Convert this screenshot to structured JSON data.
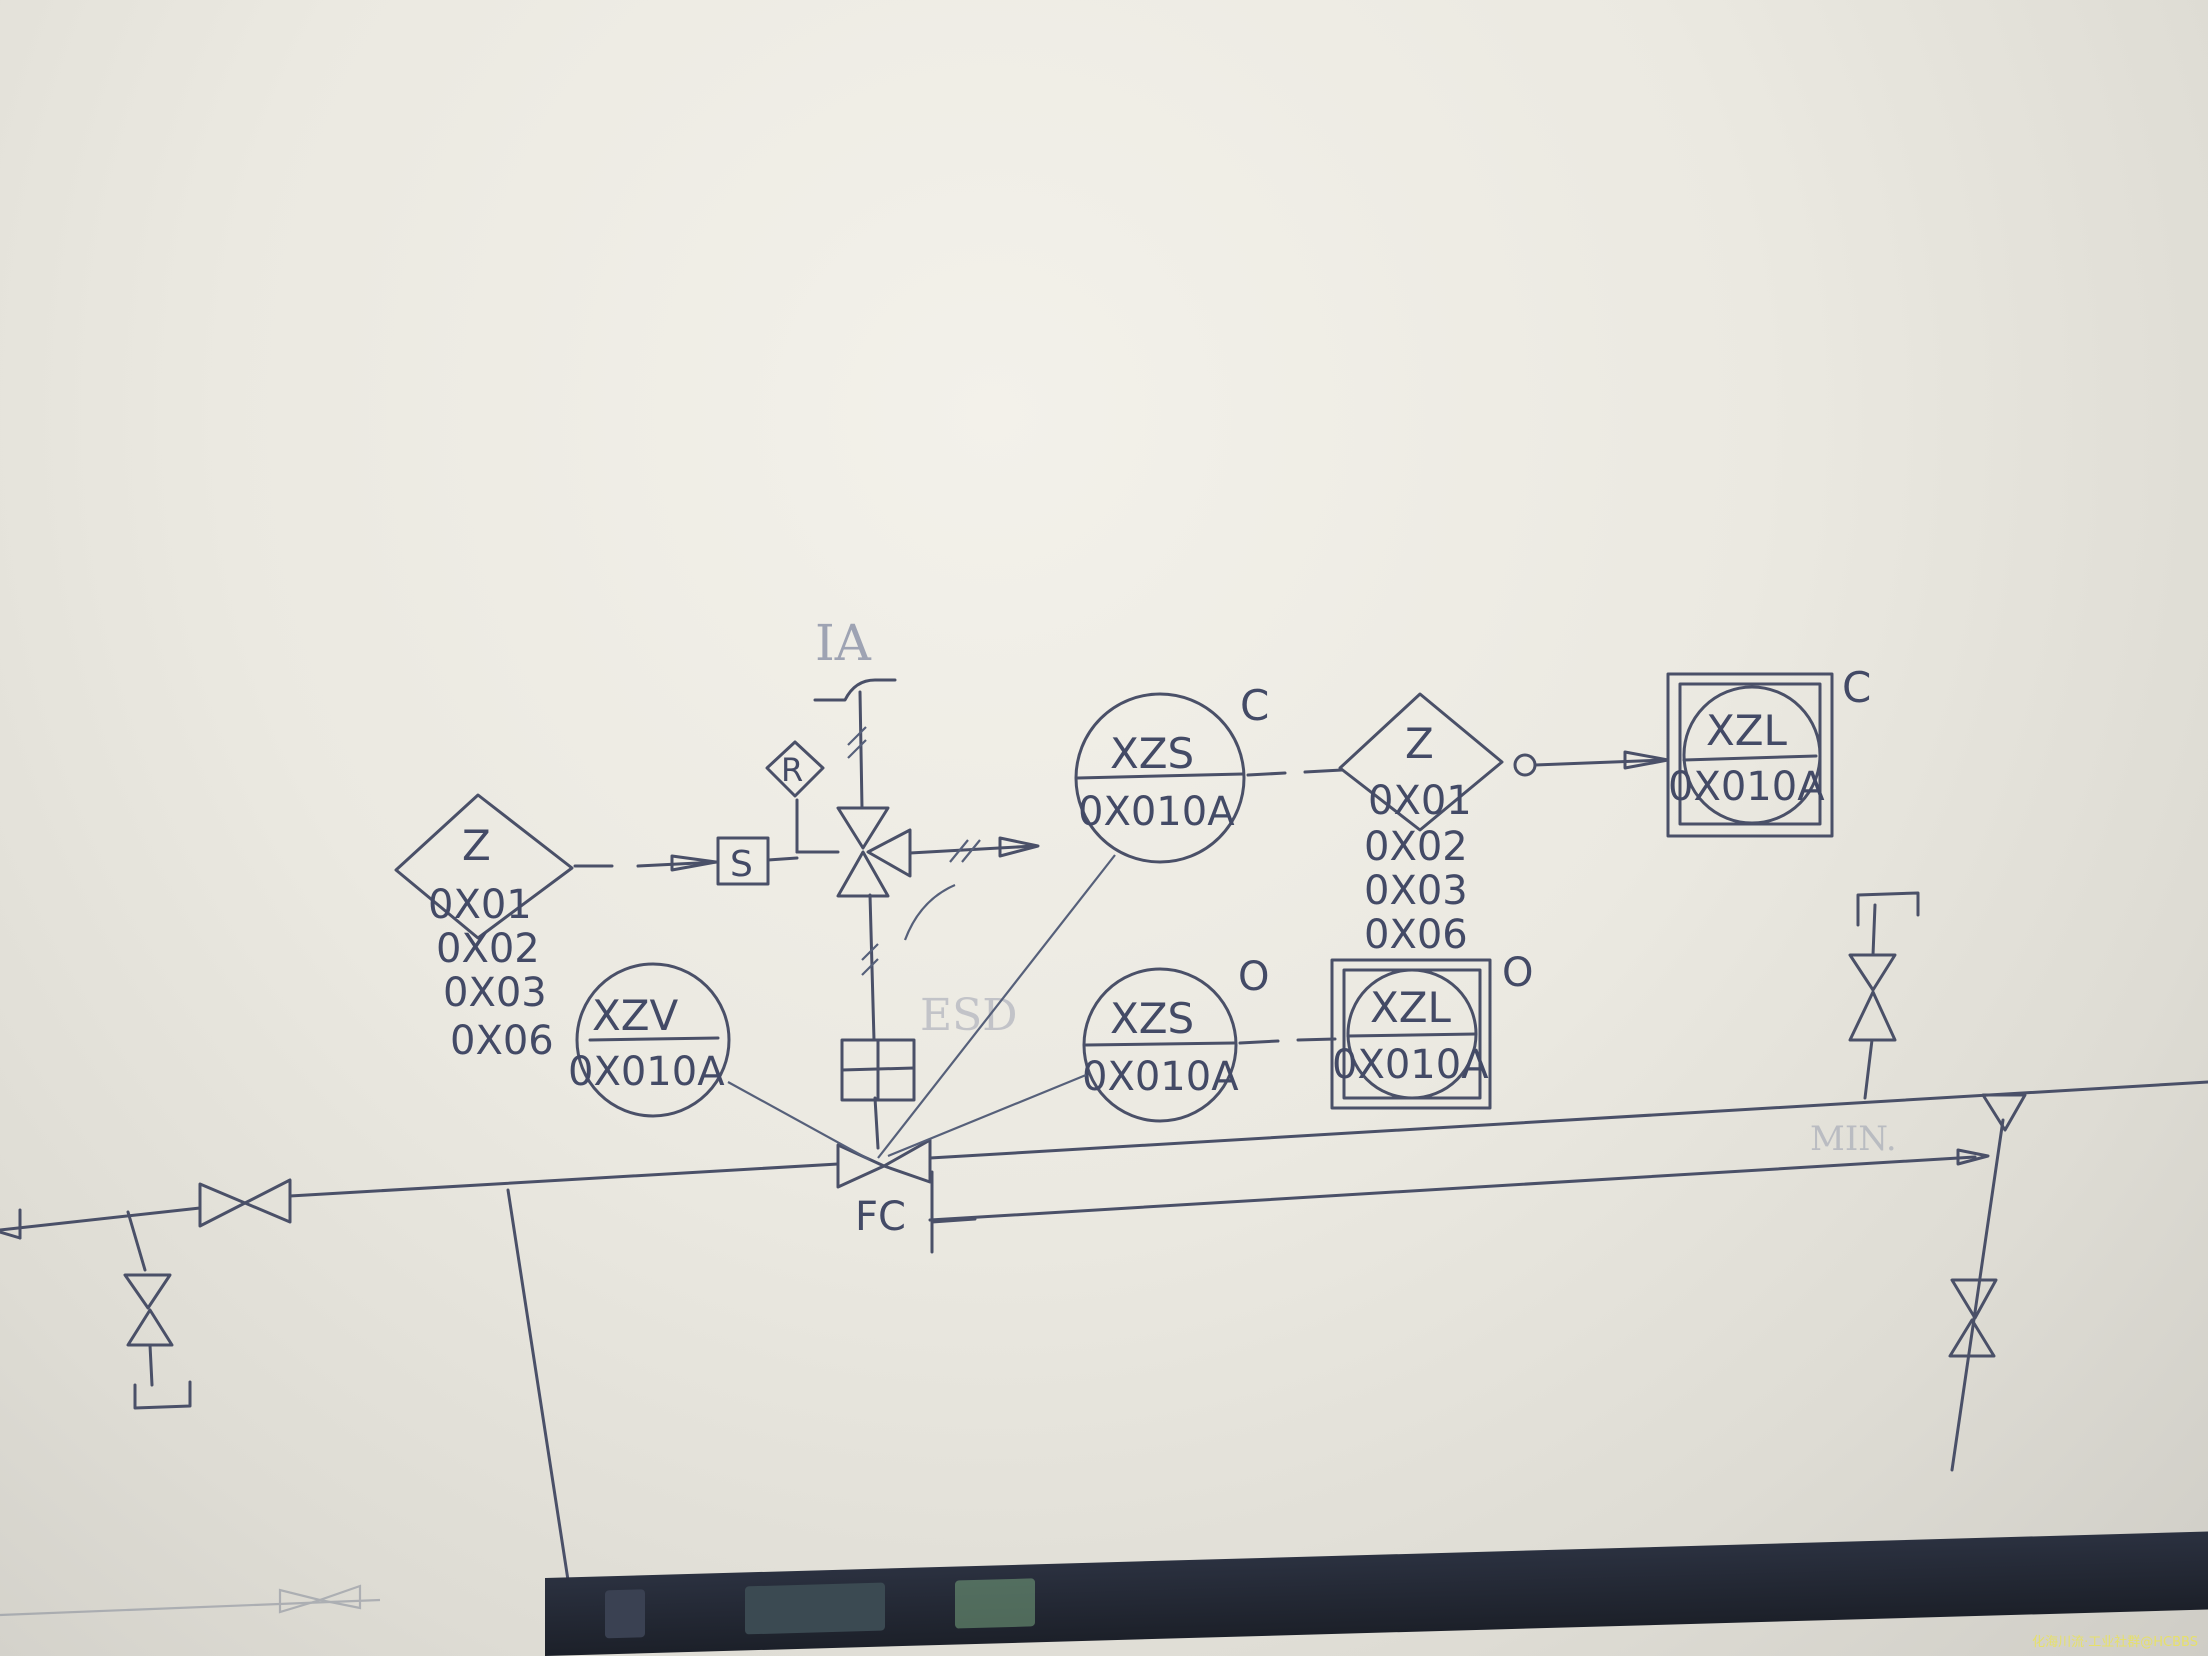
{
  "diagram": {
    "air_supply": "IA",
    "solenoid_letter": "S",
    "regulator_letter": "R",
    "left_logic": {
      "tag": "Z",
      "lines": [
        "0X01",
        "0X02",
        "0X03",
        "0X06"
      ]
    },
    "right_logic": {
      "tag": "Z",
      "lines": [
        "0X01",
        "0X02",
        "0X03",
        "0X06"
      ]
    },
    "xzv": {
      "tag": "XZV",
      "number": "0X010A"
    },
    "xzs_closed": {
      "tag": "XZS",
      "number": "0X010A",
      "state": "C"
    },
    "xzs_open": {
      "tag": "XZS",
      "number": "0X010A",
      "state": "O"
    },
    "xzl_closed": {
      "tag": "XZL",
      "number": "0X010A",
      "state": "C"
    },
    "xzl_open": {
      "tag": "XZL",
      "number": "0X010A",
      "state": "O"
    },
    "fail_position": "FC",
    "esd_label": "ESD",
    "min_label": "MIN."
  },
  "watermark": "化海川流·工业社群@HCBBS",
  "colors": {
    "linework": "#4a5068",
    "paper": "#ebe9e1",
    "taskbar": "#22262f"
  }
}
